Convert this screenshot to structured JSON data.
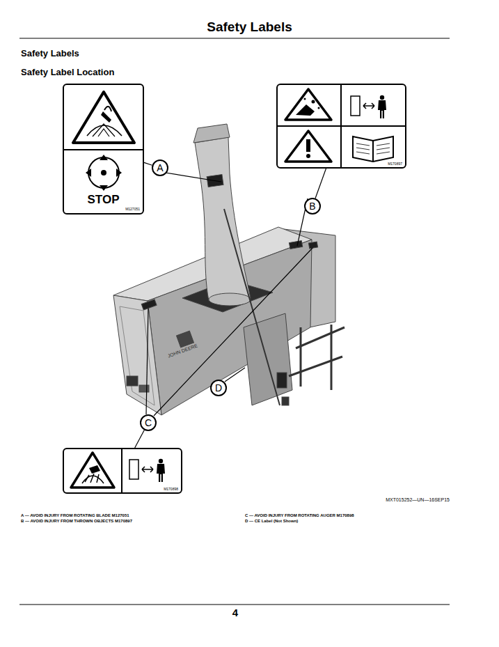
{
  "diagram": {
    "title": "Safety Labels",
    "nodes": [
      {
        "text": [
          "STOP",
          "M127051"
        ]
      },
      {
        "text": [
          "A"
        ]
      },
      {
        "text": [
          "M170897"
        ]
      },
      {
        "text": [
          "B"
        ]
      },
      {
        "text": [
          "D"
        ]
      },
      {
        "text": [
          "C"
        ]
      },
      {
        "text": [
          "M170898"
        ]
      }
    ],
    "edges": [
      {
        "from": 0,
        "to": 1,
        "arrow": "none"
      },
      {
        "from": 3,
        "to": 2,
        "arrow": "none"
      },
      {
        "from": 5,
        "to": 6,
        "arrow": "none"
      }
    ],
    "labels": [
      "Safety Labels",
      "Safety Label Location",
      "JOHN DEERE",
      "MXT015252—UN—16SEP15",
      "A — AVOID INJURY FROM ROTATING BLADE M127051",
      "B — AVOID INJURY FROM THROWN OBJECTS M170897",
      "C — AVOID INJURY FROM ROTATING AUGER M170898",
      "D — CE Label (Not Shown)",
      "4"
    ]
  }
}
